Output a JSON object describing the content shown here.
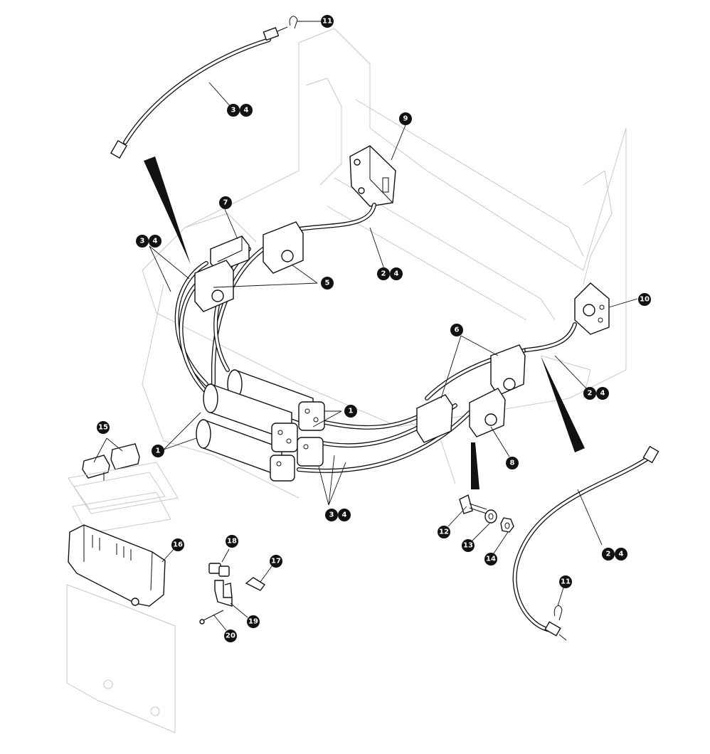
{
  "callouts": [
    {
      "id": "c11a",
      "label": "11"
    },
    {
      "id": "c3a",
      "label": "3"
    },
    {
      "id": "c4a",
      "label": "4"
    },
    {
      "id": "c9",
      "label": "9"
    },
    {
      "id": "c7",
      "label": "7"
    },
    {
      "id": "c3b",
      "label": "3"
    },
    {
      "id": "c4b",
      "label": "4"
    },
    {
      "id": "c2a",
      "label": "2"
    },
    {
      "id": "c4c",
      "label": "4"
    },
    {
      "id": "c5",
      "label": "5"
    },
    {
      "id": "c10",
      "label": "10"
    },
    {
      "id": "c6",
      "label": "6"
    },
    {
      "id": "c2b",
      "label": "2"
    },
    {
      "id": "c4d",
      "label": "4"
    },
    {
      "id": "c1a",
      "label": "1"
    },
    {
      "id": "c1b",
      "label": "1"
    },
    {
      "id": "c15",
      "label": "15"
    },
    {
      "id": "c8",
      "label": "8"
    },
    {
      "id": "c3c",
      "label": "3"
    },
    {
      "id": "c4e",
      "label": "4"
    },
    {
      "id": "c12",
      "label": "12"
    },
    {
      "id": "c13",
      "label": "13"
    },
    {
      "id": "c14",
      "label": "14"
    },
    {
      "id": "c16",
      "label": "16"
    },
    {
      "id": "c18",
      "label": "18"
    },
    {
      "id": "c17",
      "label": "17"
    },
    {
      "id": "c2c",
      "label": "2"
    },
    {
      "id": "c4f",
      "label": "4"
    },
    {
      "id": "c11b",
      "label": "11"
    },
    {
      "id": "c19",
      "label": "19"
    },
    {
      "id": "c20",
      "label": "20"
    }
  ]
}
